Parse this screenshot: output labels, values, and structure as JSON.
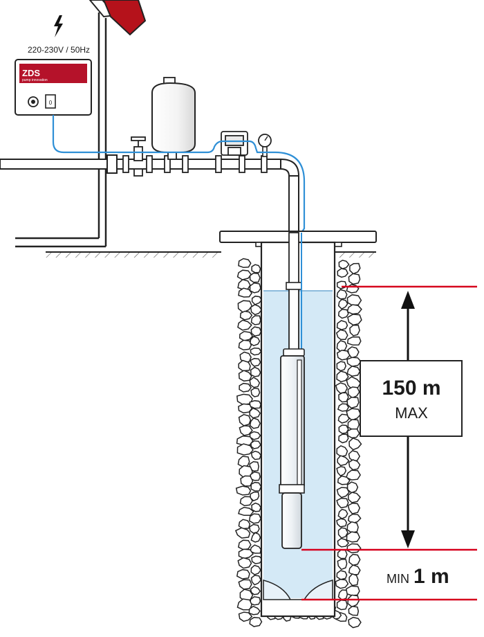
{
  "power": {
    "supply_label": "220-230V / 50Hz",
    "icon": "lightning-icon"
  },
  "control_box": {
    "brand": "ZDS",
    "tagline": "pump innovation",
    "switch_label": "0"
  },
  "depth": {
    "value_label": "150 m",
    "max_label": "MAX",
    "min_prefix": "MIN",
    "min_value": "1 m"
  },
  "colors": {
    "marker_red": "#d6001c",
    "cable_blue": "#2e8fd6",
    "water": "#d4e9f6",
    "brand_red": "#b5122a",
    "roof_red": "#b5121b"
  }
}
